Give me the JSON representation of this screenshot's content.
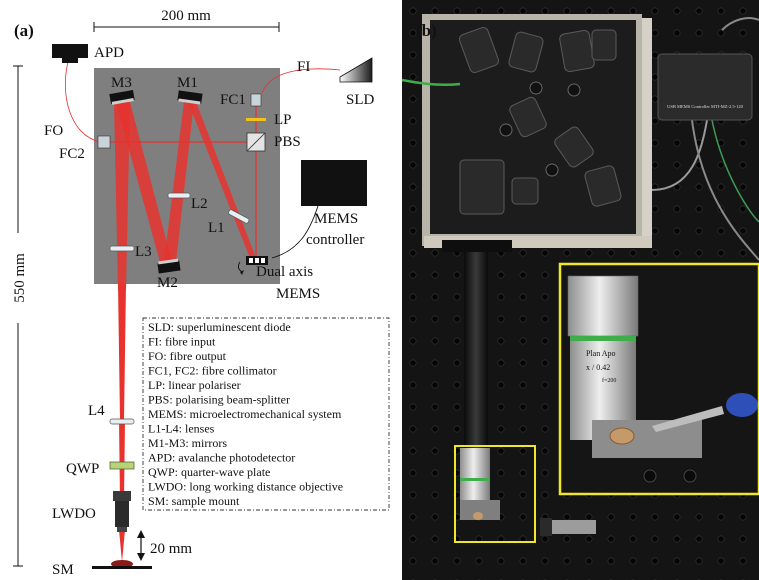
{
  "panel_a": {
    "label": "(a)",
    "scale_top": "200 mm",
    "scale_left": "550 mm",
    "scale_bottom": "20 mm",
    "components": {
      "apd": "APD",
      "fi": "FI",
      "sld": "SLD",
      "m3": "M3",
      "m1": "M1",
      "fc1": "FC1",
      "lp": "LP",
      "pbs": "PBS",
      "fo": "FO",
      "fc2": "FC2",
      "l2": "L2",
      "l1": "L1",
      "l3": "L3",
      "m2": "M2",
      "mems_ctrl_1": "MEMS",
      "mems_ctrl_2": "controller",
      "mems_1": "Dual axis",
      "mems_2": "MEMS",
      "l4": "L4",
      "qwp": "QWP",
      "lwdo": "LWDO",
      "sm": "SM"
    },
    "legend": [
      "SLD: superluminescent diode",
      "FI: fibre input",
      "FO: fibre output",
      "FC1, FC2: fibre collimator",
      "LP: linear polariser",
      "PBS: polarising beam-splitter",
      "MEMS: microelectromechanical system",
      "L1-L4: lenses",
      "M1-M3: mirrors",
      "APD: avalanche photodetector",
      "QWP: quarter-wave plate",
      "LWDO: long working distance objective",
      "SM: sample mount"
    ]
  },
  "panel_b": {
    "label": "(b)",
    "controller_text": "USB MEMS Controller MTI-MZ-2.5-120",
    "lens_text_1": "Plan Apo",
    "lens_text_2": "x / 0.42",
    "lens_text_3": "f=200"
  },
  "colors": {
    "beam": "#e8322e",
    "box": "#7f7f7f",
    "highlight": "#f0e62a",
    "table": "#141414"
  }
}
